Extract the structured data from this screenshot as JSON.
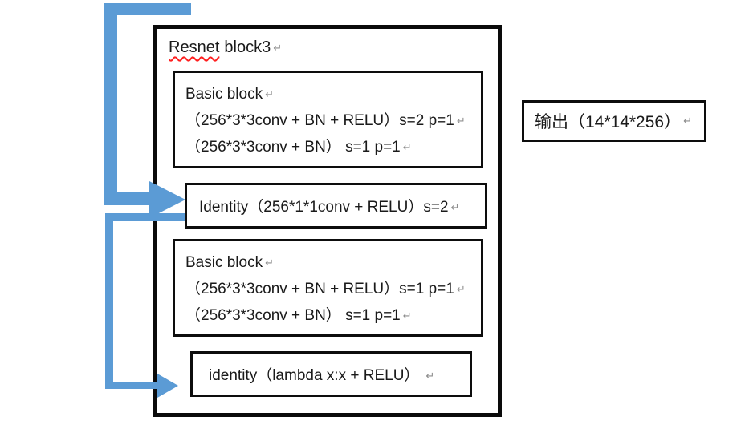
{
  "diagram": {
    "title": {
      "flagged": "Resnet",
      "rest": "block3"
    },
    "basic_block_1": {
      "heading": "Basic block",
      "lines": [
        "（256*3*3conv + BN + RELU）s=2 p=1",
        "（256*3*3conv + BN） s=1 p=1"
      ]
    },
    "identity_block_1": {
      "label": "Identity（256*1*1conv + RELU）s=2"
    },
    "basic_block_2": {
      "heading": "Basic block",
      "lines": [
        "（256*3*3conv + BN + RELU）s=1 p=1",
        "（256*3*3conv + BN） s=1 p=1"
      ]
    },
    "identity_block_2": {
      "label": "identity（lambda x:x + RELU）"
    },
    "output_box": {
      "label": "输出（14*14*256）"
    },
    "marks": {
      "paragraph": "↵"
    },
    "colors": {
      "arrow_blue": "#5B9BD5",
      "box_border": "#0a0a0a",
      "spellcheck_red": "#FF1F1F",
      "paragraph_mark_gray": "#8E8E8E"
    }
  }
}
